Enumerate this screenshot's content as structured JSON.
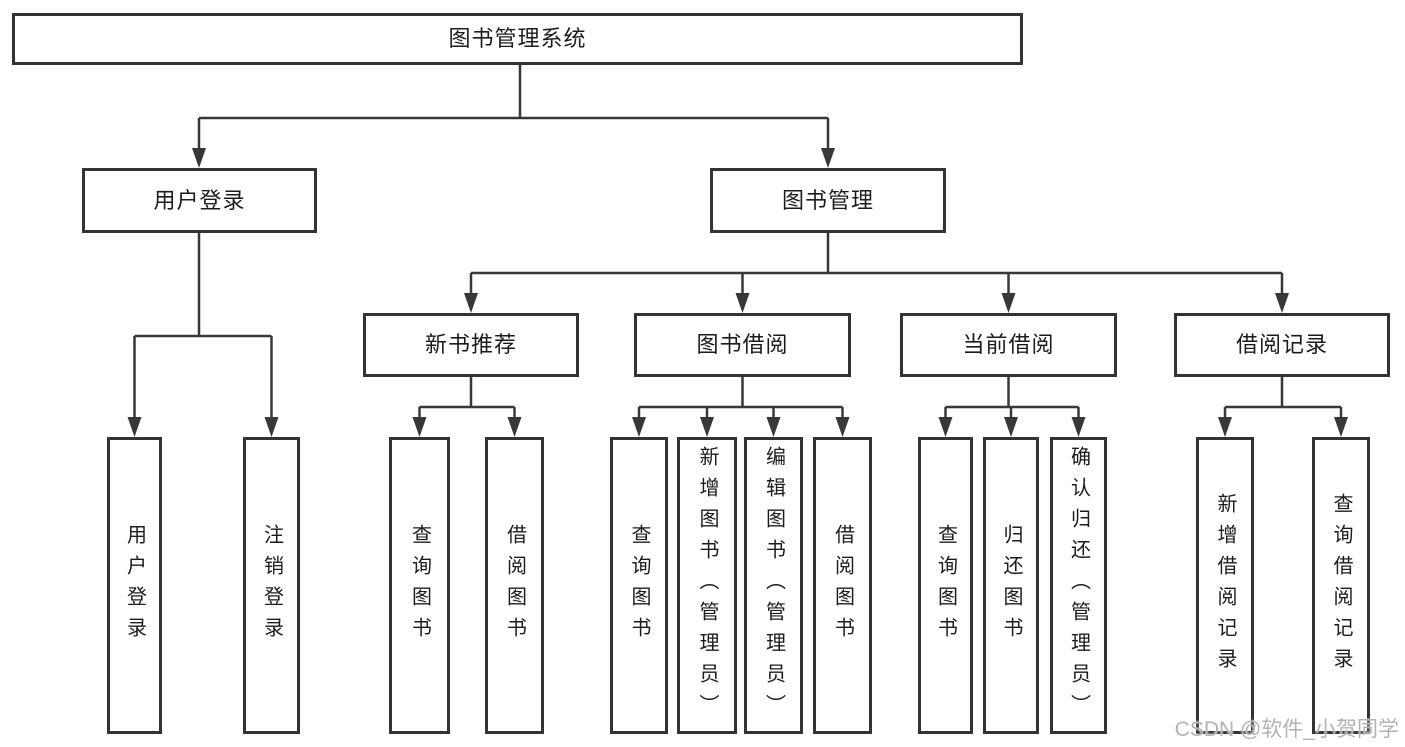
{
  "diagram": {
    "type": "hierarchy-tree",
    "title": "图书管理系统",
    "colors": {
      "background": "#ffffff",
      "line": "#383838",
      "box_border": "#333333",
      "text": "#1c1c1c",
      "watermark": "#b3b3b3"
    }
  },
  "tree": {
    "label": "图书管理系统",
    "children": [
      {
        "label": "用户登录",
        "children": [
          {
            "label": "用户登录"
          },
          {
            "label": "注销登录"
          }
        ]
      },
      {
        "label": "图书管理",
        "children": [
          {
            "label": "新书推荐",
            "children": [
              {
                "label": "查询图书"
              },
              {
                "label": "借阅图书"
              }
            ]
          },
          {
            "label": "图书借阅",
            "children": [
              {
                "label": "查询图书"
              },
              {
                "label": "新增图书（管理员）"
              },
              {
                "label": "编辑图书（管理员）"
              },
              {
                "label": "借阅图书"
              }
            ]
          },
          {
            "label": "当前借阅",
            "children": [
              {
                "label": "查询图书"
              },
              {
                "label": "归还图书"
              },
              {
                "label": "确认归还（管理员）"
              }
            ]
          },
          {
            "label": "借阅记录",
            "children": [
              {
                "label": "新增借阅记录"
              },
              {
                "label": "查询借阅记录"
              }
            ]
          }
        ]
      }
    ]
  },
  "watermark": {
    "text": "CSDN @软件_小贺同学"
  }
}
